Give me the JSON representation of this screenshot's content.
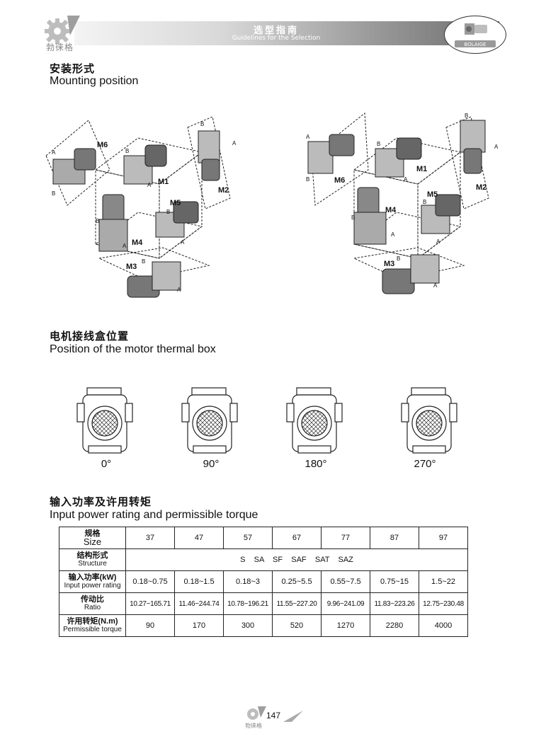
{
  "header": {
    "logo_text": "勃徕格",
    "title_cn": "选型指南",
    "title_en": "Guidelines for the Selection",
    "badge_text": "BOLAIGE"
  },
  "mounting": {
    "title_cn": "安装形式",
    "title_en": "Mounting position",
    "labels": [
      "M1",
      "M2",
      "M3",
      "M4",
      "M5",
      "M6"
    ],
    "side_a": "A",
    "side_b": "B"
  },
  "thermal_box": {
    "title_cn": "电机接线盒位置",
    "title_en": "Position of the motor thermal box",
    "angles": [
      "0°",
      "90°",
      "180°",
      "270°"
    ]
  },
  "rating": {
    "title_cn": "输入功率及许用转矩",
    "title_en": "Input power rating and permissible torque",
    "size_cn": "规格",
    "size_en": "Size",
    "sizes": [
      "37",
      "47",
      "57",
      "67",
      "77",
      "87",
      "97"
    ],
    "structure_cn": "结构形式",
    "structure_en": "Structure",
    "structure_value": "S    SA    SF    SAF    SAT    SAZ",
    "power_cn": "输入功率(kW)",
    "power_en": "Input power rating",
    "power": [
      "0.18~0.75",
      "0.18~1.5",
      "0.18~3",
      "0.25~5.5",
      "0.55~7.5",
      "0.75~15",
      "1.5~22"
    ],
    "ratio_cn": "传动比",
    "ratio_en": "Ratio",
    "ratio": [
      "10.27~165.71",
      "11.46~244.74",
      "10.78~196.21",
      "11.55~227.20",
      "9.96~241.09",
      "11.83~223.26",
      "12.75~230.48"
    ],
    "torque_cn": "许用转矩(N.m)",
    "torque_en": "Permissible torque",
    "torque": [
      "90",
      "170",
      "300",
      "520",
      "1270",
      "2280",
      "4000"
    ]
  },
  "footer": {
    "page_number": "147",
    "logo_text": "勃徕格"
  }
}
